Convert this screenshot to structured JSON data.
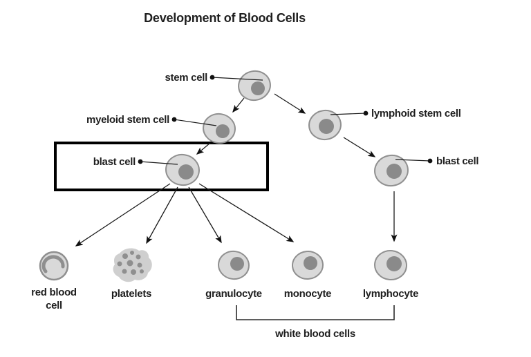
{
  "title": "Development of Blood Cells",
  "labels": {
    "stem_cell": "stem cell",
    "myeloid_stem_cell": "myeloid stem cell",
    "lymphoid_stem_cell": "lymphoid stem cell",
    "blast_cell_left": "blast cell",
    "blast_cell_right": "blast cell",
    "red_blood_cell_line1": "red blood",
    "red_blood_cell_line2": "cell",
    "platelets": "platelets",
    "granulocyte": "granulocyte",
    "monocyte": "monocyte",
    "lymphocyte": "lymphocyte",
    "white_blood_cells": "white blood cells"
  },
  "hierarchy": {
    "edges": [
      {
        "from": "stem cell",
        "to": "myeloid stem cell"
      },
      {
        "from": "stem cell",
        "to": "lymphoid stem cell"
      },
      {
        "from": "myeloid stem cell",
        "to": "blast cell (myeloid)"
      },
      {
        "from": "lymphoid stem cell",
        "to": "blast cell (lymphoid)"
      },
      {
        "from": "blast cell (myeloid)",
        "to": "red blood cell"
      },
      {
        "from": "blast cell (myeloid)",
        "to": "platelets"
      },
      {
        "from": "blast cell (myeloid)",
        "to": "granulocyte"
      },
      {
        "from": "blast cell (myeloid)",
        "to": "monocyte"
      },
      {
        "from": "blast cell (lymphoid)",
        "to": "lymphocyte"
      }
    ],
    "white_blood_cells_group": [
      "granulocyte",
      "monocyte",
      "lymphocyte"
    ],
    "highlighted_node": "blast cell (myeloid)"
  },
  "colors": {
    "background": "#ffffff",
    "cell_fill": "#d9d9d9",
    "cell_stroke": "#909090",
    "nucleus_fill": "#8a8a8a",
    "platelet_fill": "#cfcfcf",
    "platelet_spot": "#8f8f8f",
    "line": "#1a1a1a",
    "highlight_box": "#000000",
    "text": "#1f1f1f"
  }
}
